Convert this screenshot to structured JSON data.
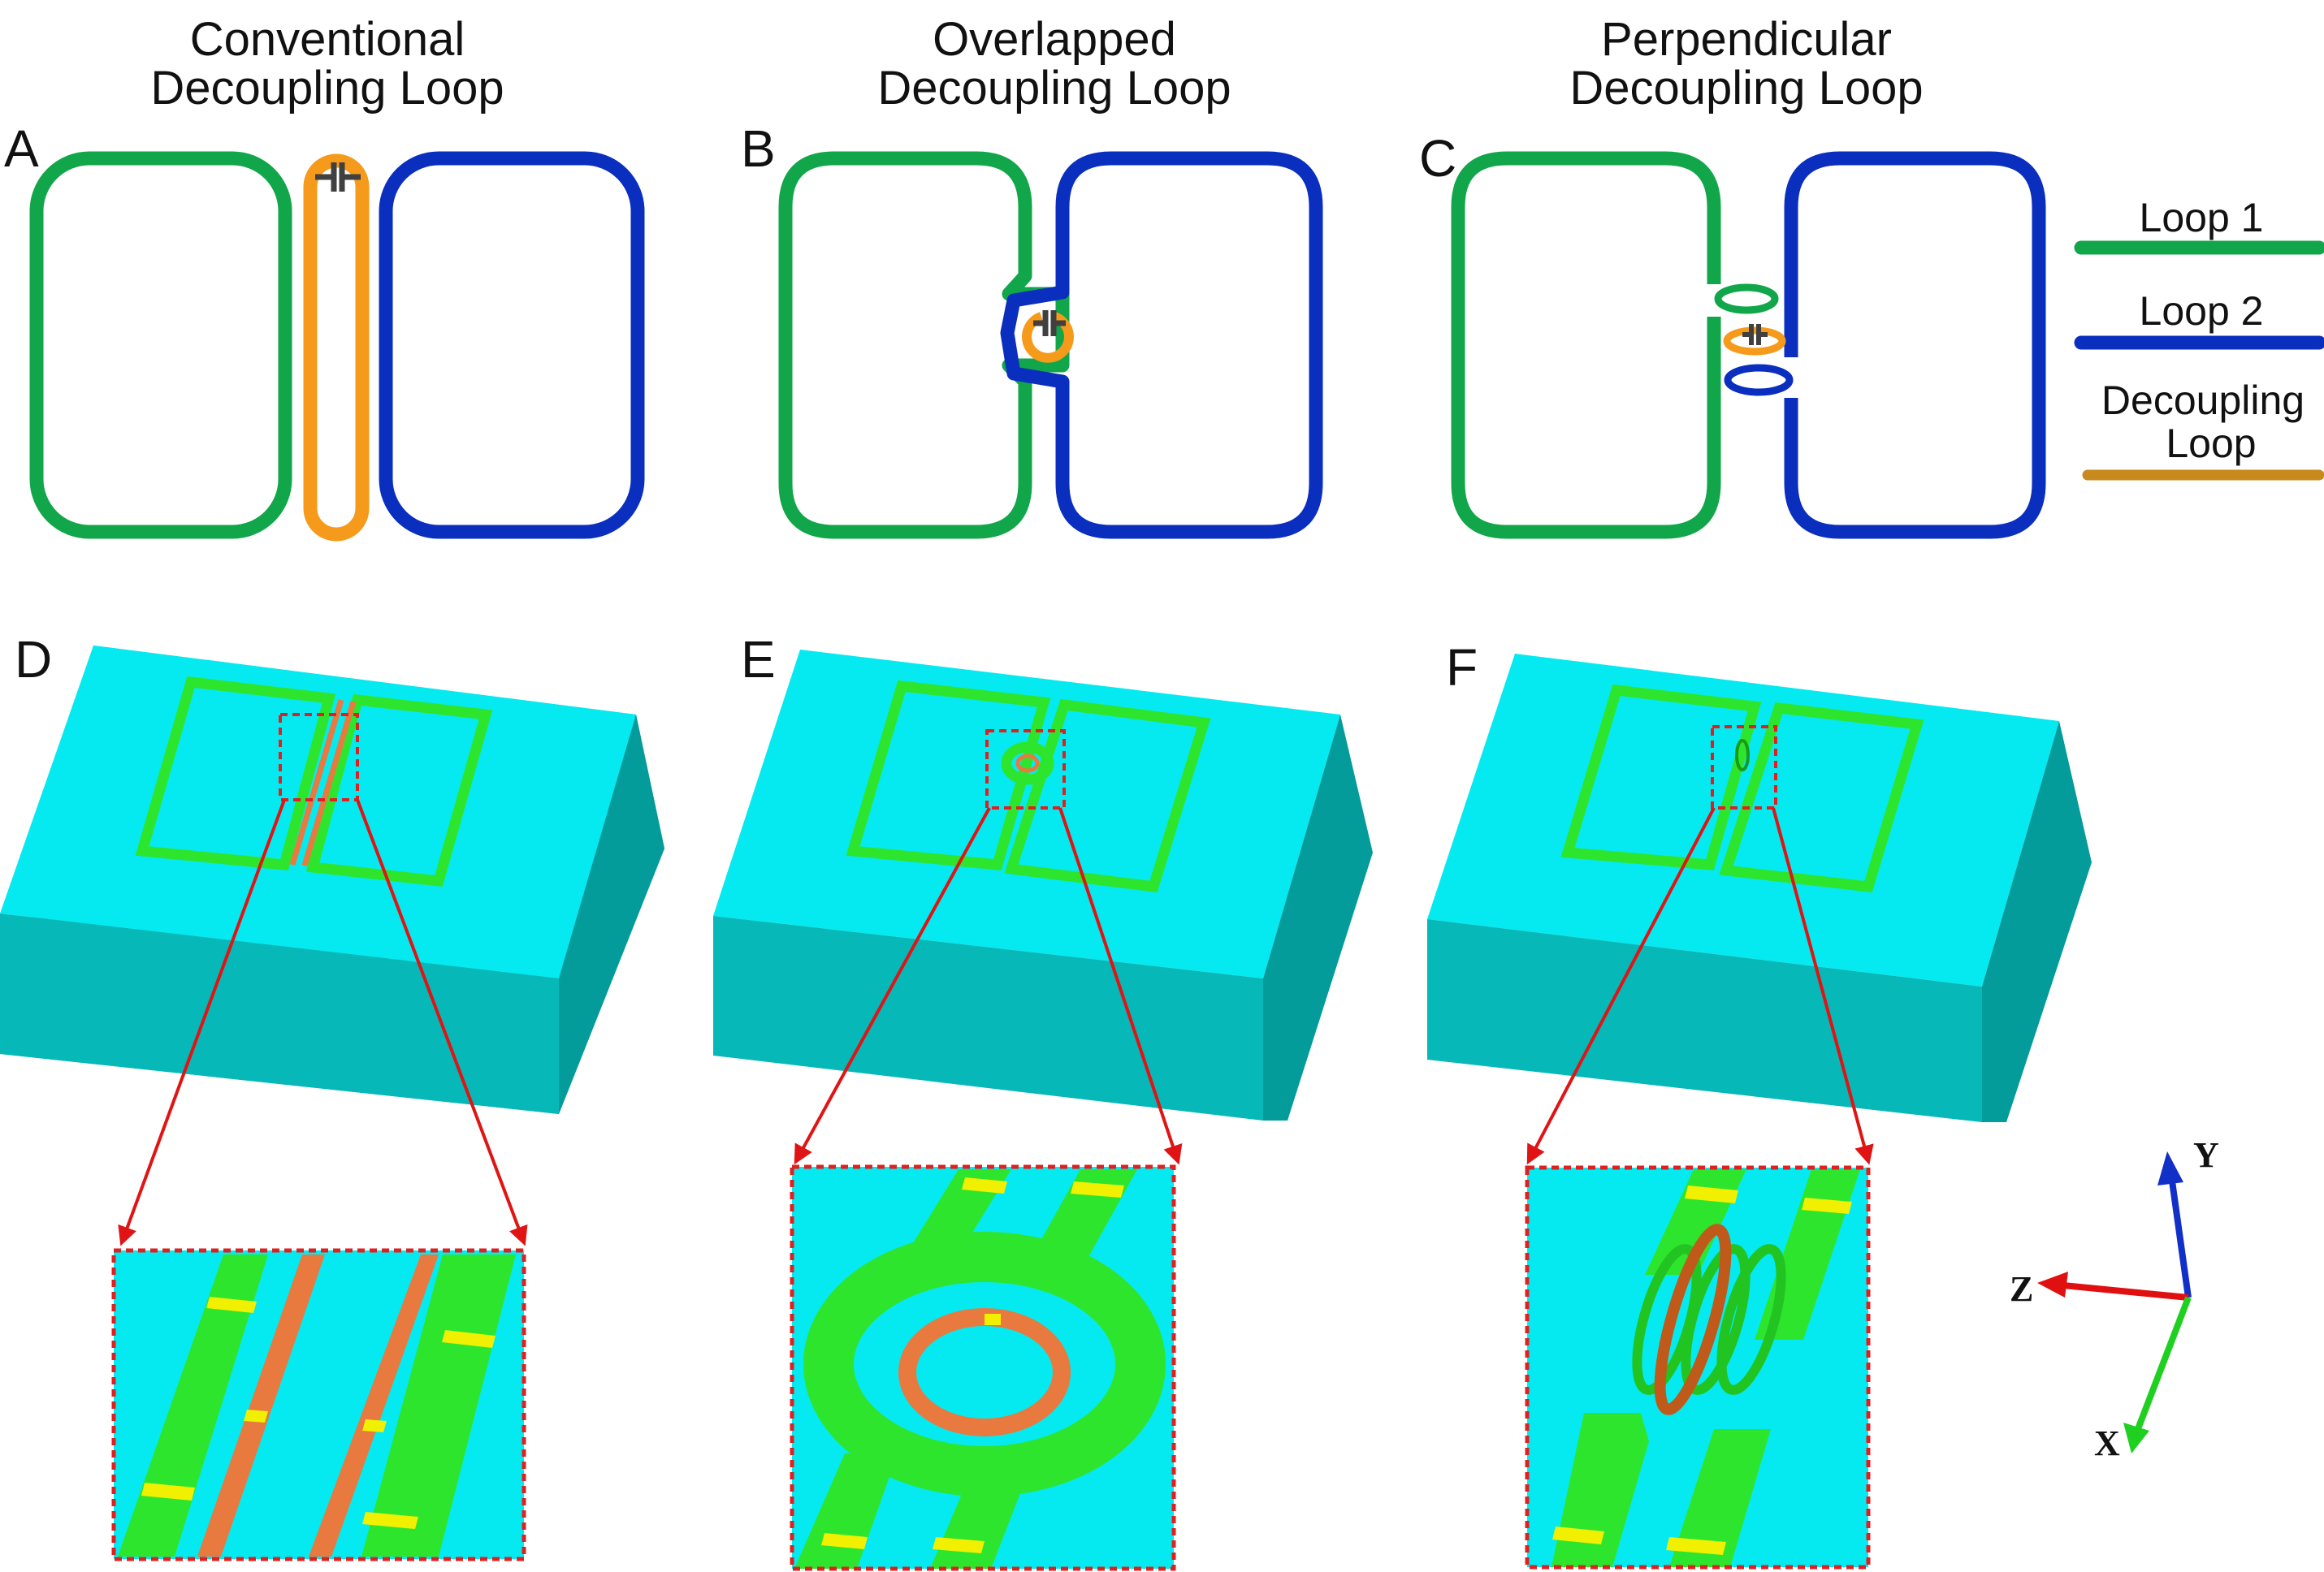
{
  "titles": {
    "a": {
      "line1": "Conventional",
      "line2": "Decoupling Loop"
    },
    "b": {
      "line1": "Overlapped",
      "line2": "Decoupling Loop"
    },
    "c": {
      "line1": "Perpendicular",
      "line2": "Decoupling Loop"
    }
  },
  "panel_letters": {
    "a": "A",
    "b": "B",
    "c": "C",
    "d": "D",
    "e": "E",
    "f": "F"
  },
  "legend": [
    {
      "label": "Loop 1",
      "color": "#12a64a"
    },
    {
      "label": "Loop 2",
      "color": "#0a2fbf"
    },
    {
      "label": "Decoupling Loop",
      "line1": "Decoupling",
      "line2": "Loop",
      "color": "#c98a1d"
    }
  ],
  "axes": {
    "y": "Y",
    "z": "Z",
    "x": "X"
  },
  "colors": {
    "loop1": "#12a64a",
    "loop2": "#0a2fbf",
    "decoupling": "#f59a1b",
    "capacitor": "#404040",
    "phantom_top": "#05eaf0",
    "phantom_front": "#06b8b8",
    "phantom_side": "#049b9b",
    "trace": "#2ee52e",
    "copper": "#e8793f",
    "cap_pad": "#f0f000",
    "inset_border": "#e02020",
    "arrow": "#e01414",
    "axis_y": "#1030c8",
    "axis_z": "#e01010",
    "axis_x": "#20d020"
  }
}
